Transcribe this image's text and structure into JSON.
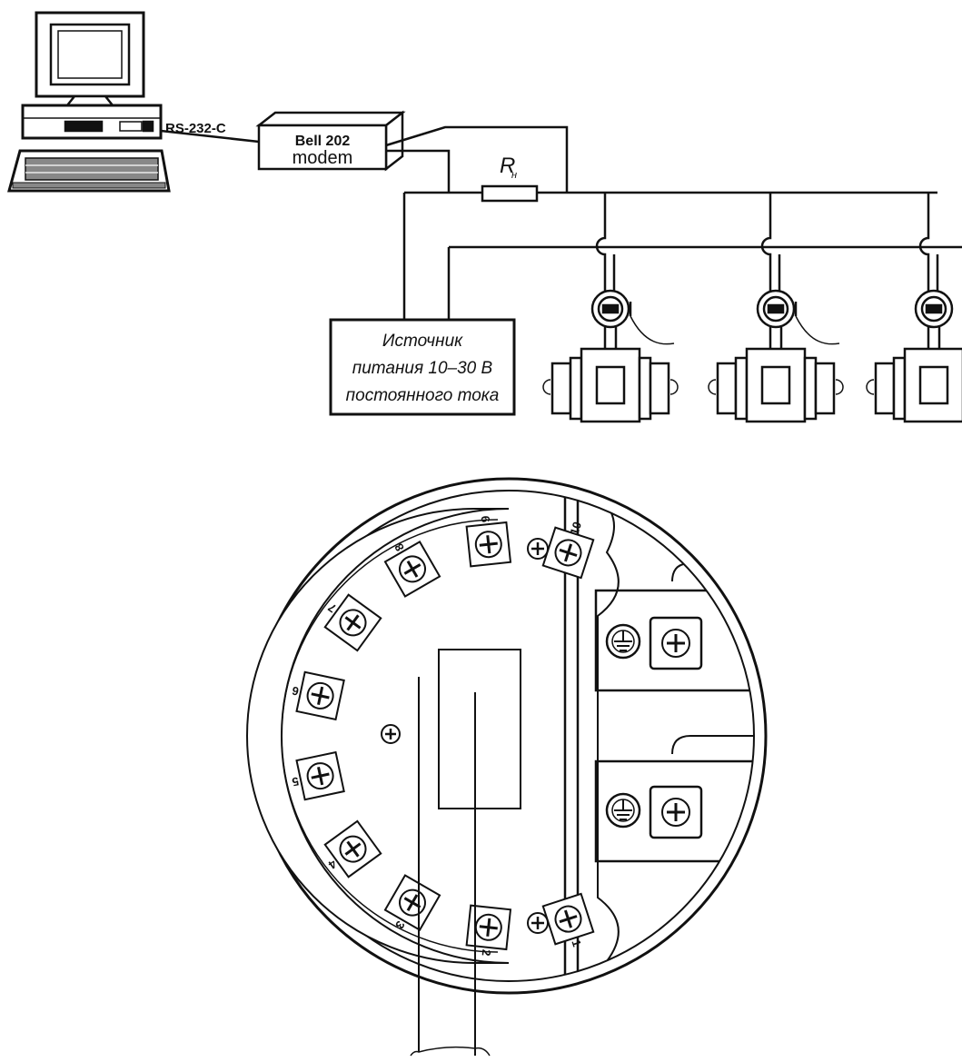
{
  "computer": {
    "link_label": "RS-232-C"
  },
  "modem": {
    "line1": "Bell 202",
    "line2": "modem"
  },
  "resistor": {
    "label": "R",
    "subscript": "н"
  },
  "power_supply": {
    "lines": [
      "Источник",
      "питания 10–30 В",
      "постоянного тока"
    ]
  },
  "terminal_block": {
    "terminal_numbers": [
      "1",
      "2",
      "3",
      "4",
      "5",
      "6",
      "7",
      "8",
      "9",
      "10"
    ]
  }
}
